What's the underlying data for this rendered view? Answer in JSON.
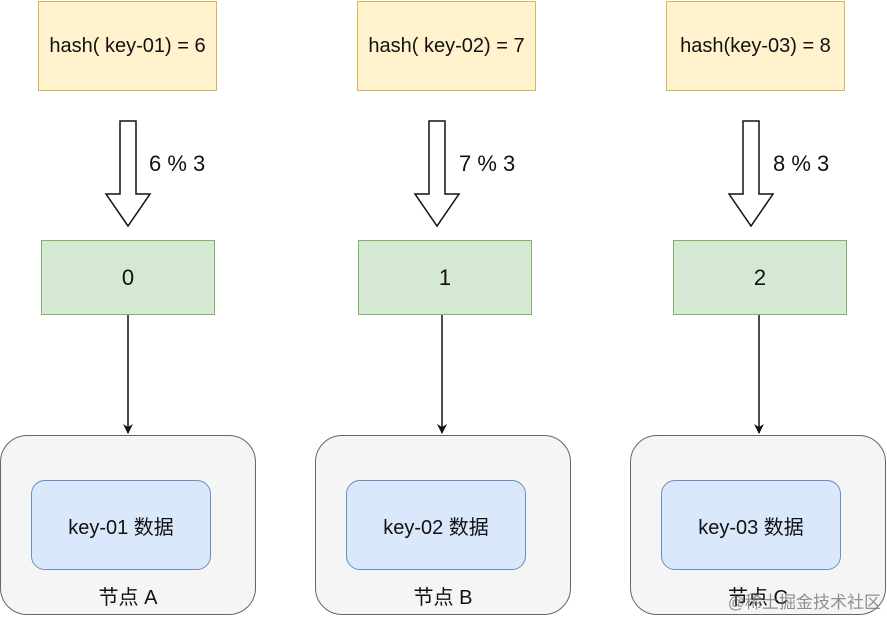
{
  "columns": [
    {
      "hash_label": "hash( key-01) = 6",
      "mod_label": "6 % 3",
      "bucket_label": "0",
      "data_label": "key-01 数据",
      "node_label": "节点 A"
    },
    {
      "hash_label": "hash( key-02) = 7",
      "mod_label": "7 % 3",
      "bucket_label": "1",
      "data_label": "key-02 数据",
      "node_label": "节点 B"
    },
    {
      "hash_label": "hash(key-03) = 8",
      "mod_label": "8 % 3",
      "bucket_label": "2",
      "data_label": "key-03 数据",
      "node_label": "节点 C"
    }
  ],
  "watermark": "@稀土掘金技术社区",
  "colors": {
    "hash_fill": "#fff2cc",
    "hash_stroke": "#d6b656",
    "bucket_fill": "#d5e8d4",
    "bucket_stroke": "#82b366",
    "node_fill": "#f5f5f5",
    "node_stroke": "#666666",
    "data_fill": "#dae8fc",
    "data_stroke": "#6c8ebf"
  }
}
